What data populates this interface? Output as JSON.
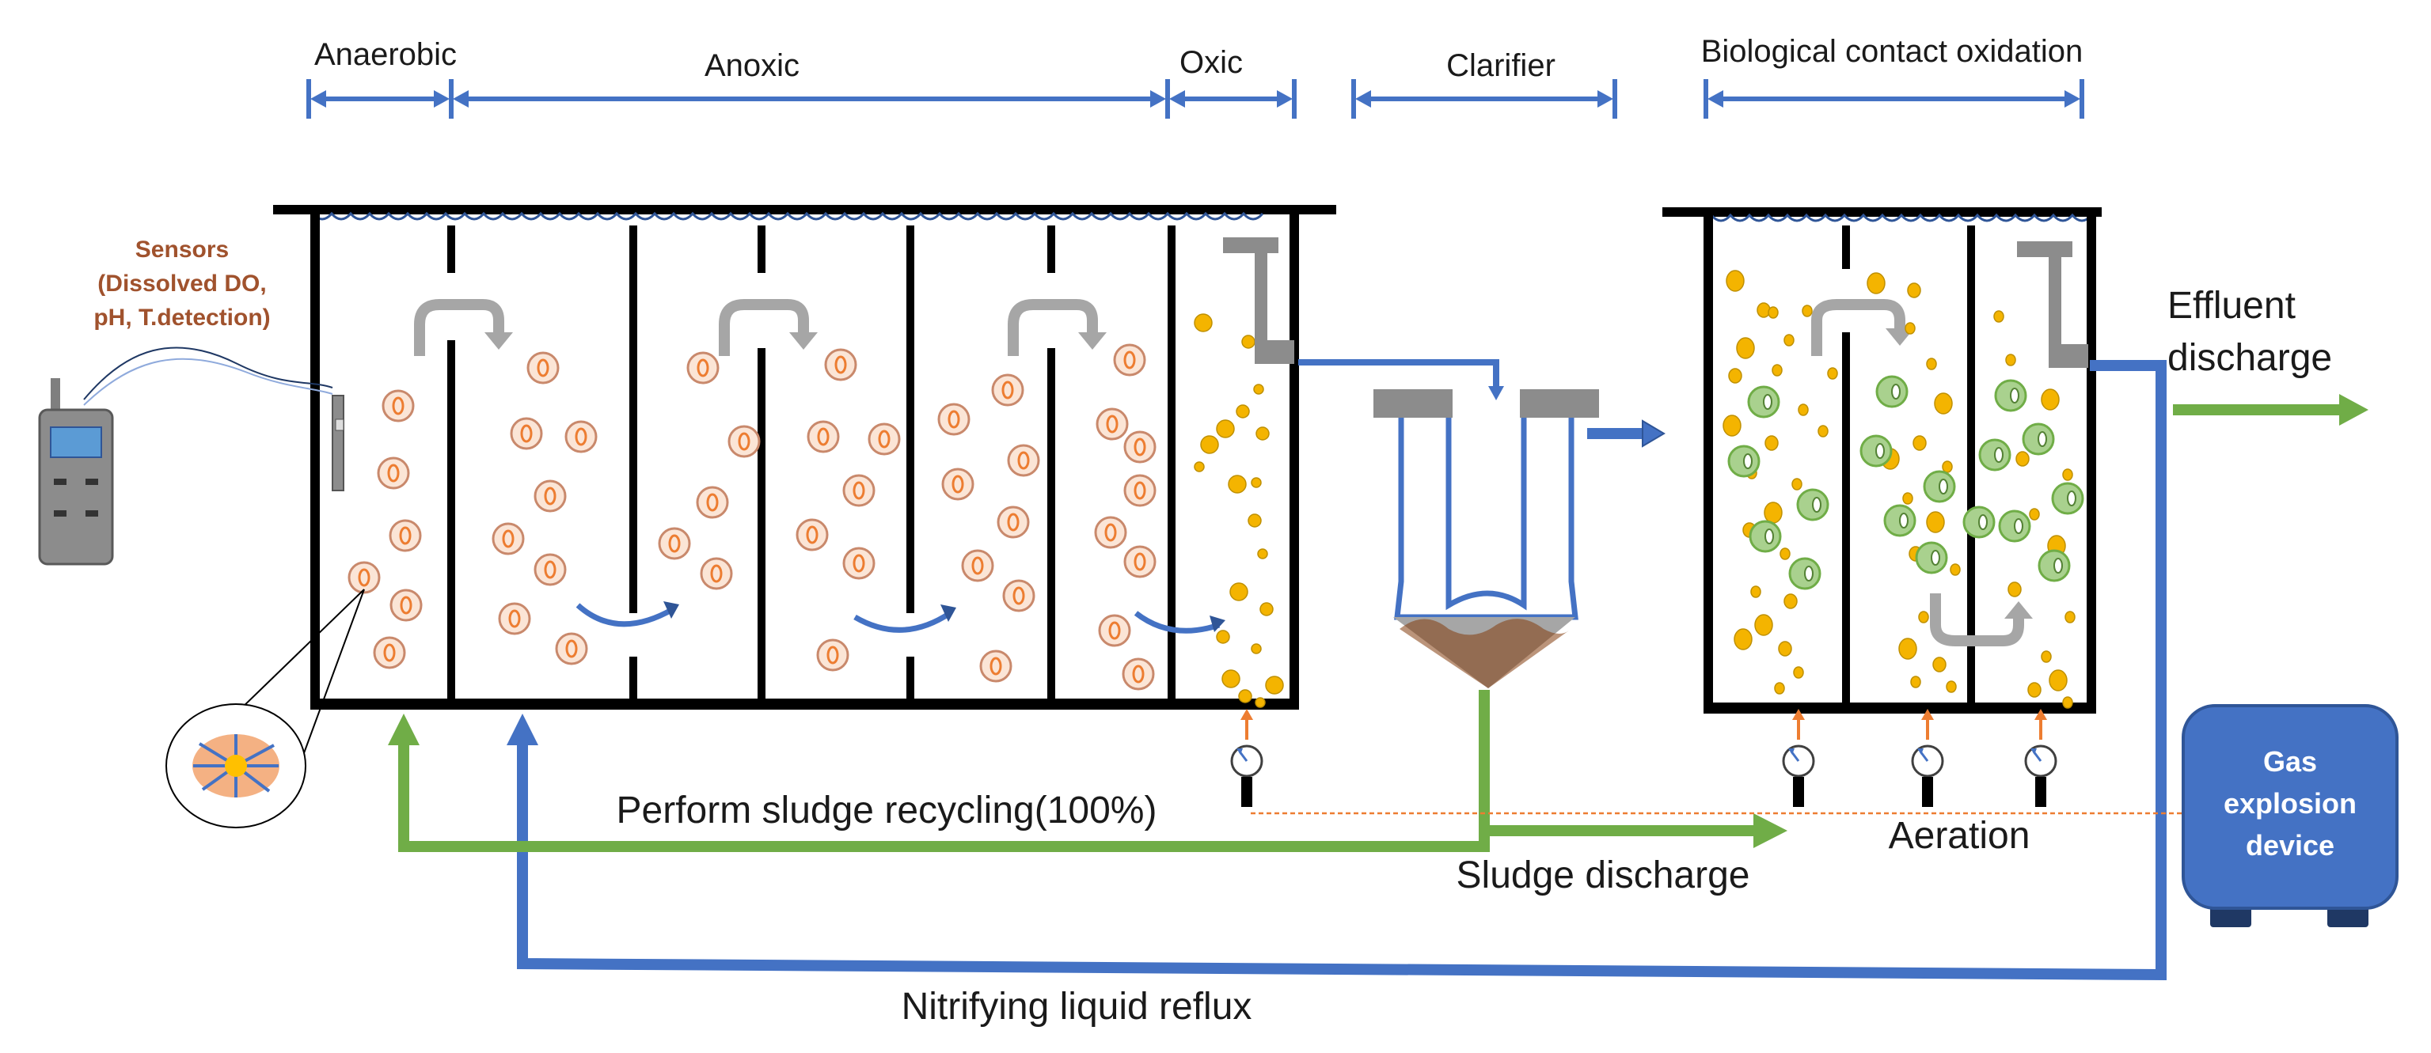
{
  "zones": {
    "anaerobic": "Anaerobic",
    "anoxic": "Anoxic",
    "oxic": "Oxic",
    "clarifier": "Clarifier",
    "bco": "Biological contact oxidation"
  },
  "sensors": {
    "line1": "Sensors",
    "line2": "(Dissolved DO,",
    "line3": "pH, T.detection)"
  },
  "flows": {
    "sludge_recycling": "Perform sludge recycling(100%)",
    "sludge_discharge": "Sludge discharge",
    "nitrifying_reflux": "Nitrifying liquid reflux",
    "aeration": "Aeration",
    "effluent_line1": "Effluent",
    "effluent_line2": "discharge"
  },
  "device": {
    "line1": "Gas",
    "line2": "explosion",
    "line3": "device"
  },
  "colors": {
    "blue": "#4472c4",
    "green": "#70ad47",
    "grey": "#a6a6a6",
    "orange": "#ed7d31",
    "bubble": "#f4b400",
    "cell_fill": "#fbe5d6",
    "cell_stroke": "#c9896c",
    "bio_fill": "#a9d18e"
  }
}
